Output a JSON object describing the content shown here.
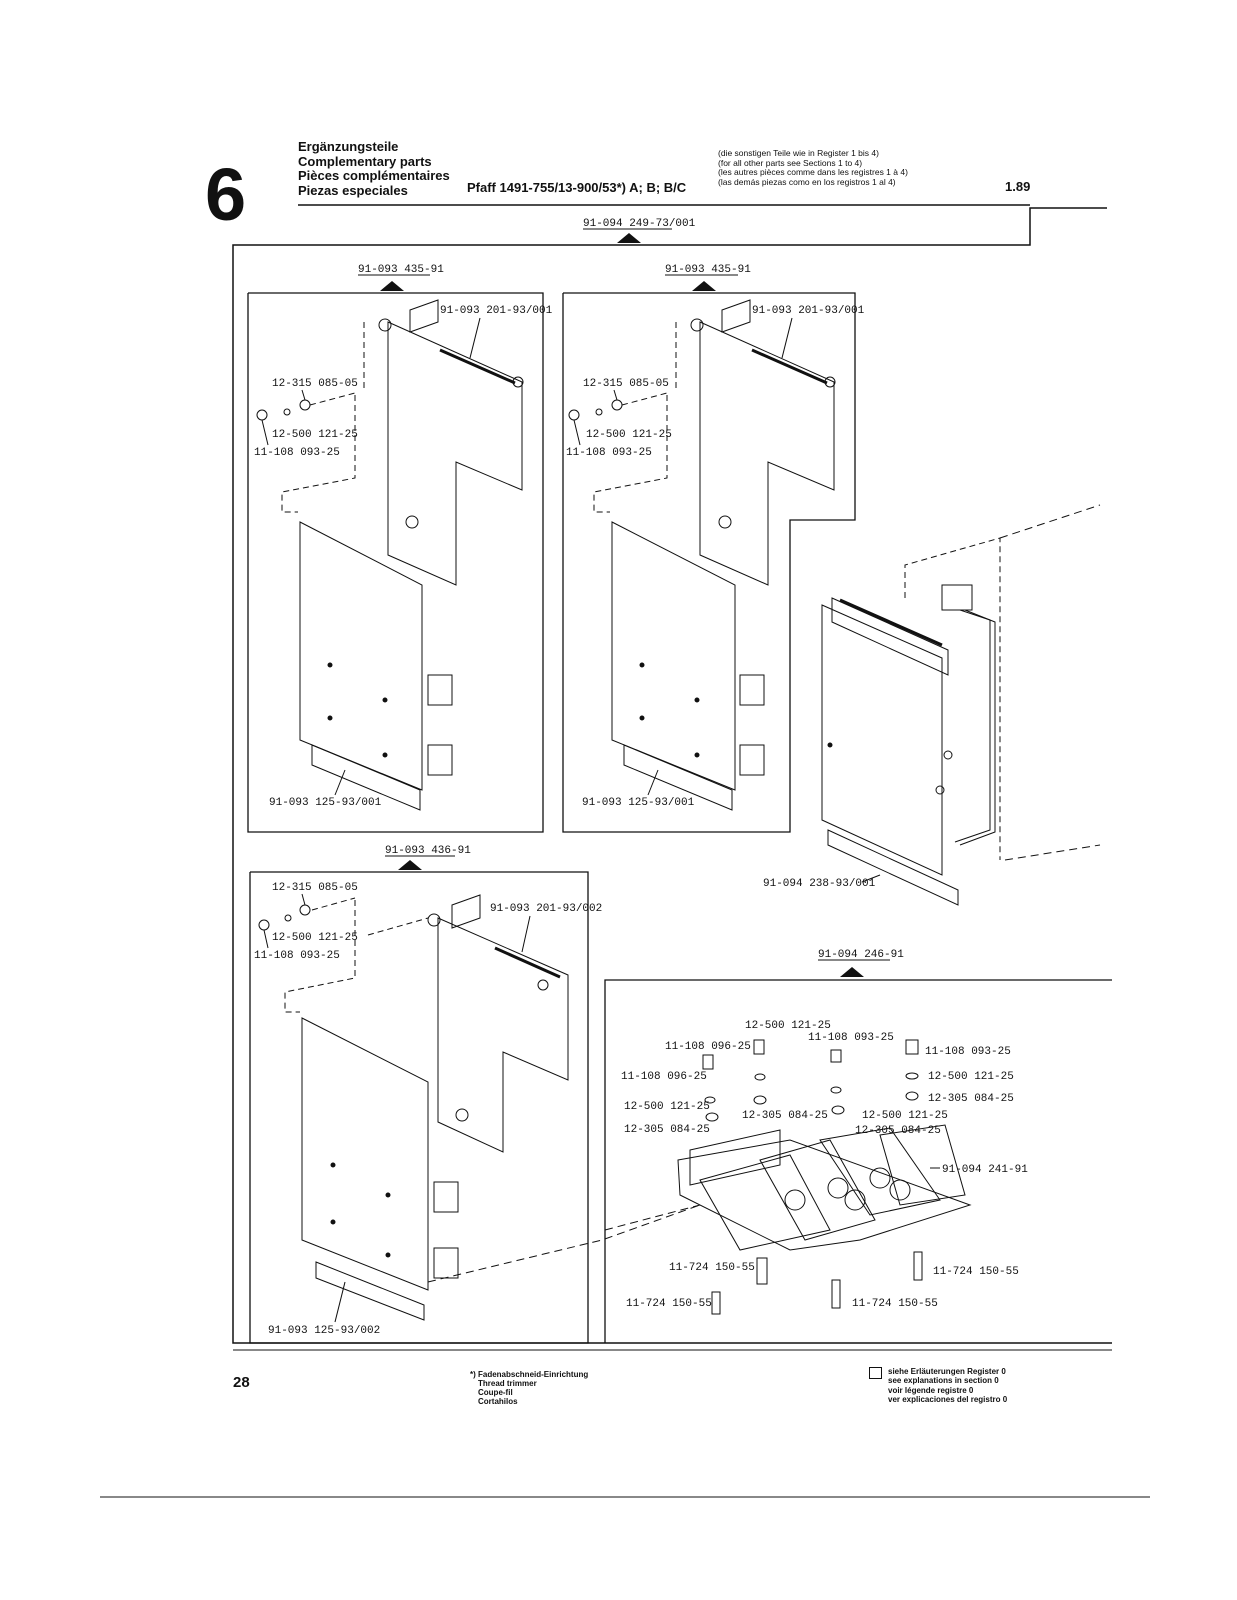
{
  "header": {
    "section_number": "6",
    "titles": [
      "Ergänzungsteile",
      "Complementary parts",
      "Pièces complémentaires",
      "Piezas especiales"
    ],
    "model": "Pfaff 1491-755/13-900/53*) A; B; B/C",
    "note_lines": [
      "(die sonstigen Teile wie in Register 1 bis 4)",
      "(for all other parts see Sections 1 to 4)",
      "(les autres pièces comme dans les registres 1 à 4)",
      "(las demás piezas como en los registros 1 al 4)"
    ],
    "date_code": "1.89"
  },
  "diagram": {
    "top_assembly": "91-094 249-73/001",
    "panel_a": {
      "assembly": "91-093 435-91",
      "board_upper": "91-093 201-93/001",
      "washer": "12-315 085-05",
      "lock_washer": "12-500 121-25",
      "screw": "11-108 093-25",
      "board_lower": "91-093 125-93/001"
    },
    "panel_b": {
      "assembly": "91-093 435-91",
      "board_upper": "91-093 201-93/001",
      "washer": "12-315 085-05",
      "lock_washer": "12-500 121-25",
      "screw": "11-108 093-25",
      "board_lower": "91-093 125-93/001"
    },
    "panel_c": {
      "assembly": "91-093 436-91",
      "board_upper": "91-093 201-93/002",
      "washer": "12-315 085-05",
      "lock_washer": "12-500 121-25",
      "screw": "11-108 093-25",
      "board_lower": "91-093 125-93/002"
    },
    "side_board": "91-094 238-93/001",
    "panel_d": {
      "assembly": "91-094 246-91",
      "labels": [
        "12-500 121-25",
        "11-108 096-25",
        "11-108 093-25",
        "11-108 093-25",
        "11-108 096-25",
        "12-500 121-25",
        "12-500 121-25",
        "12-305 084-25",
        "12-305 084-25",
        "12-500 121-25",
        "12-305 084-25",
        "12-305 084-25",
        "91-094 241-91",
        "11-724 150-55",
        "11-724 150-55",
        "11-724 150-55",
        "11-724 150-55"
      ]
    }
  },
  "footer": {
    "page_number": "28",
    "footnote_lines": [
      "*) Fadenabschneid-Einrichtung",
      "Thread trimmer",
      "Coupe-fil",
      "Cortahilos"
    ],
    "legend_lines": [
      "siehe Erläuterungen Register 0",
      "see explanations in section 0",
      "voir légende registre 0",
      "ver explicaciones del registro 0"
    ]
  }
}
